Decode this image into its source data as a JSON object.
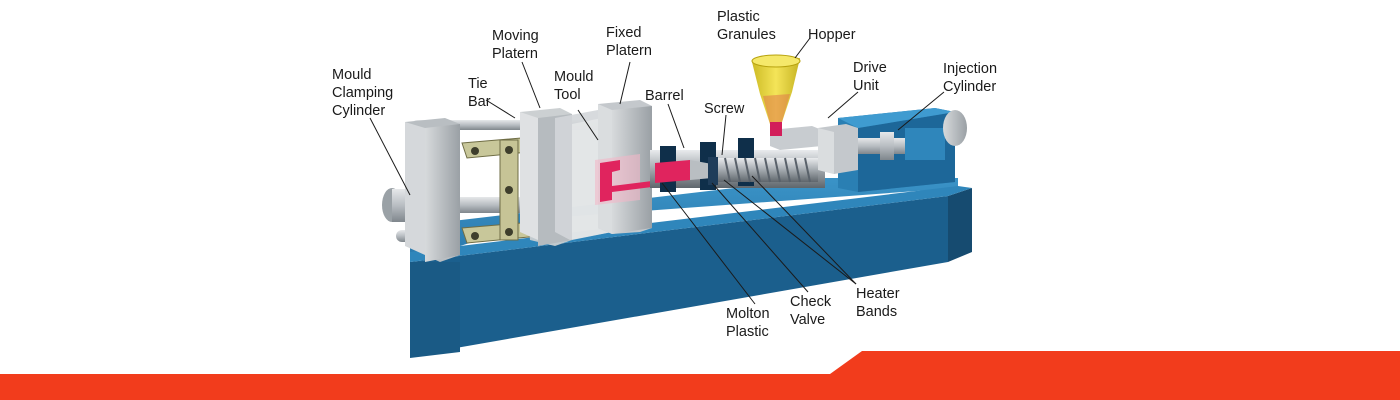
{
  "labels": {
    "mould_clamping_cylinder": [
      "Mould",
      "Clamping",
      "Cylinder"
    ],
    "tie_bar": [
      "Tie",
      "Bar"
    ],
    "moving_platern": [
      "Moving",
      "Platern"
    ],
    "mould_tool": [
      "Mould",
      "Tool"
    ],
    "fixed_platern": [
      "Fixed",
      "Platern"
    ],
    "barrel": [
      "Barrel"
    ],
    "plastic_granules": [
      "Plastic",
      "Granules"
    ],
    "screw": [
      "Screw"
    ],
    "hopper": [
      "Hopper"
    ],
    "drive_unit": [
      "Drive",
      "Unit"
    ],
    "injection_cylinder": [
      "Injection",
      "Cylinder"
    ],
    "molton_plastic": [
      "Molton",
      "Plastic"
    ],
    "check_valve": [
      "Check",
      "Valve"
    ],
    "heater_bands": [
      "Heater",
      "Bands"
    ]
  },
  "colors": {
    "base_front": "#1b5f8d",
    "base_top": "#2f86bb",
    "base_side": "#164b70",
    "steel": "#bfc4c8",
    "molten": "#e0245e",
    "hopper": "#e6d21f",
    "accent_bar": "#f23c1c"
  }
}
